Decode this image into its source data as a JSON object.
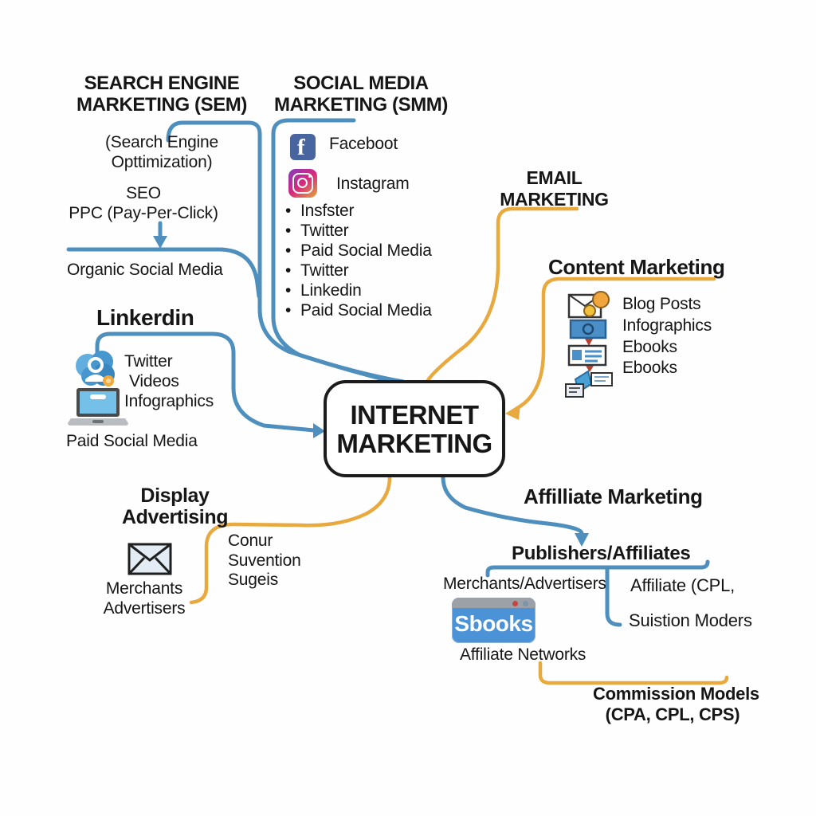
{
  "colors": {
    "blue_line": "#4e8fbe",
    "orange_line": "#e8a93f",
    "text": "#161616",
    "box_border": "#1c1c1c",
    "facebook_blue": "#49659f",
    "sbooks_blue": "#4b93d6"
  },
  "icons": [
    "facebook-icon",
    "instagram-icon",
    "cloud-user-icon",
    "laptop-icon",
    "envelope-icon",
    "blog-post-icon",
    "infographic-banner-icon",
    "ebook-card-icon",
    "share-document-icon",
    "browser-window-icon"
  ],
  "center": {
    "line1": "INTERNET",
    "line2": "MARKETING"
  },
  "sem": {
    "title_line1": "SEARCH ENGINE",
    "title_line2": "MARKETING (SEM)",
    "sub_line1": "(Search Engine",
    "sub_line2": "Opttimization)",
    "seo": "SEO",
    "ppc": "PPC (Pay-Per-Click)",
    "organic": "Organic Social Media"
  },
  "smm": {
    "title_line1": "SOCIAL MEDIA",
    "title_line2": "MARKETING (SMM)",
    "facebook_label": "Faceboot",
    "facebook_glyph": "f",
    "instagram_label": "Instagram",
    "bullets": [
      "Insfster",
      "Twitter",
      "Paid Social Media",
      "Twitter",
      "Linkedin",
      "Paid Social Media"
    ]
  },
  "email": {
    "title_line1": "EMAIL",
    "title_line2": "MARKETING"
  },
  "content": {
    "title": "Content Marketing",
    "items": [
      "Blog Posts",
      "Infographics",
      "Ebooks",
      "Ebooks"
    ]
  },
  "linkedin": {
    "title": "Linkerdin",
    "items": [
      "Twitter",
      "Videos",
      "Infographics"
    ],
    "below": "Paid Social Media"
  },
  "display": {
    "title_line1": "Display",
    "title_line2": "Advertising",
    "merchants_line1": "Merchants",
    "merchants_line2": "Advertisers",
    "note_line1": "Conur",
    "note_line2": "Suvention",
    "note_line3": "Sugeis"
  },
  "affiliate": {
    "title": "Affilliate Marketing",
    "publishers": "Publishers/Affiliates",
    "merchants": "Merchants/Advertisers",
    "cpl": "Affiliate (CPL,",
    "suistion": "Suistion Moders",
    "browser_label": "Sbooks",
    "networks": "Affiliate Networks",
    "commission_line1": "Commission Models",
    "commission_line2": "(CPA, CPL, CPS)"
  }
}
